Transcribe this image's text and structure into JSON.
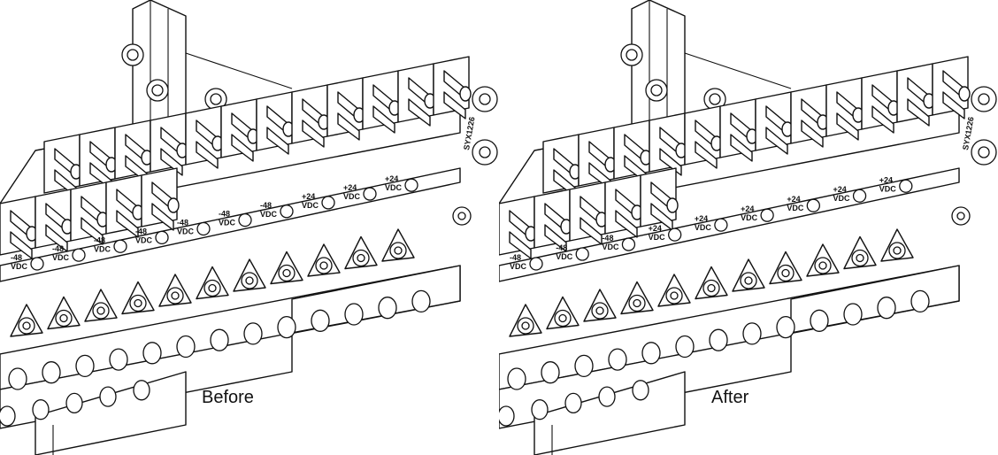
{
  "panels": [
    {
      "caption": "Before",
      "labels_neg48": [
        "-48 VDC",
        "-48 VDC",
        "-48 VDC",
        "-48 VDC",
        "-48 VDC",
        "-48 VDC",
        "-48 VDC"
      ],
      "labels_pos24": [
        "+24 VDC",
        "+24 VDC",
        "+24 VDC"
      ],
      "side_text": "SYX1226"
    },
    {
      "caption": "After",
      "labels_neg48": [
        "-48 VDC",
        "-48 VDC",
        "-48 VDC"
      ],
      "labels_pos24": [
        "+24 VDC",
        "+24 VDC",
        "+24 VDC",
        "+24 VDC",
        "+24 VDC",
        "+24 VDC"
      ],
      "side_text": "SYX1226"
    }
  ]
}
